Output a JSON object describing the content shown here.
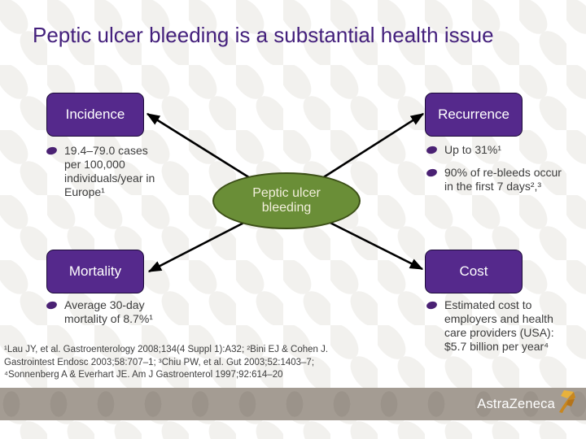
{
  "slide": {
    "title": "Peptic ulcer bleeding is a substantial health issue"
  },
  "diagram": {
    "center": {
      "line1": "Peptic ulcer",
      "line2": "bleeding"
    },
    "nodes": [
      {
        "label": "Incidence",
        "bullets": [
          "19.4–79.0 cases per 100,000 individuals/year in Europe¹"
        ]
      },
      {
        "label": "Recurrence",
        "bullets": [
          "Up to 31%¹",
          "90% of re-bleeds occur in the first 7 days²,³"
        ]
      },
      {
        "label": "Mortality",
        "bullets": [
          "Average 30-day mortality of 8.7%¹"
        ]
      },
      {
        "label": "Cost",
        "bullets": [
          "Estimated cost to employers and health care providers (USA): $5.7 billion per year⁴"
        ]
      }
    ]
  },
  "references": {
    "lines": [
      "¹Lau JY, et al. Gastroenterology 2008;134(4 Suppl 1):A32; ²Bini EJ & Cohen J.",
      "Gastrointest Endosc 2003;58:707–1; ³Chiu PW, et al. Gut 2003;52:1403–7;",
      "⁴Sonnenberg A & Everhart JE. Am J Gastroenterol 1997;92:614–20"
    ]
  },
  "footer": {
    "brand": "AstraZeneca"
  },
  "colors": {
    "title_purple": "#44207c",
    "box_purple": "#55298c",
    "bullet_dot_purple": "#4a2173",
    "ellipse_green": "#6a8e37",
    "band_taupe": "#a49c93",
    "logo_gold": "#dfa32e"
  }
}
